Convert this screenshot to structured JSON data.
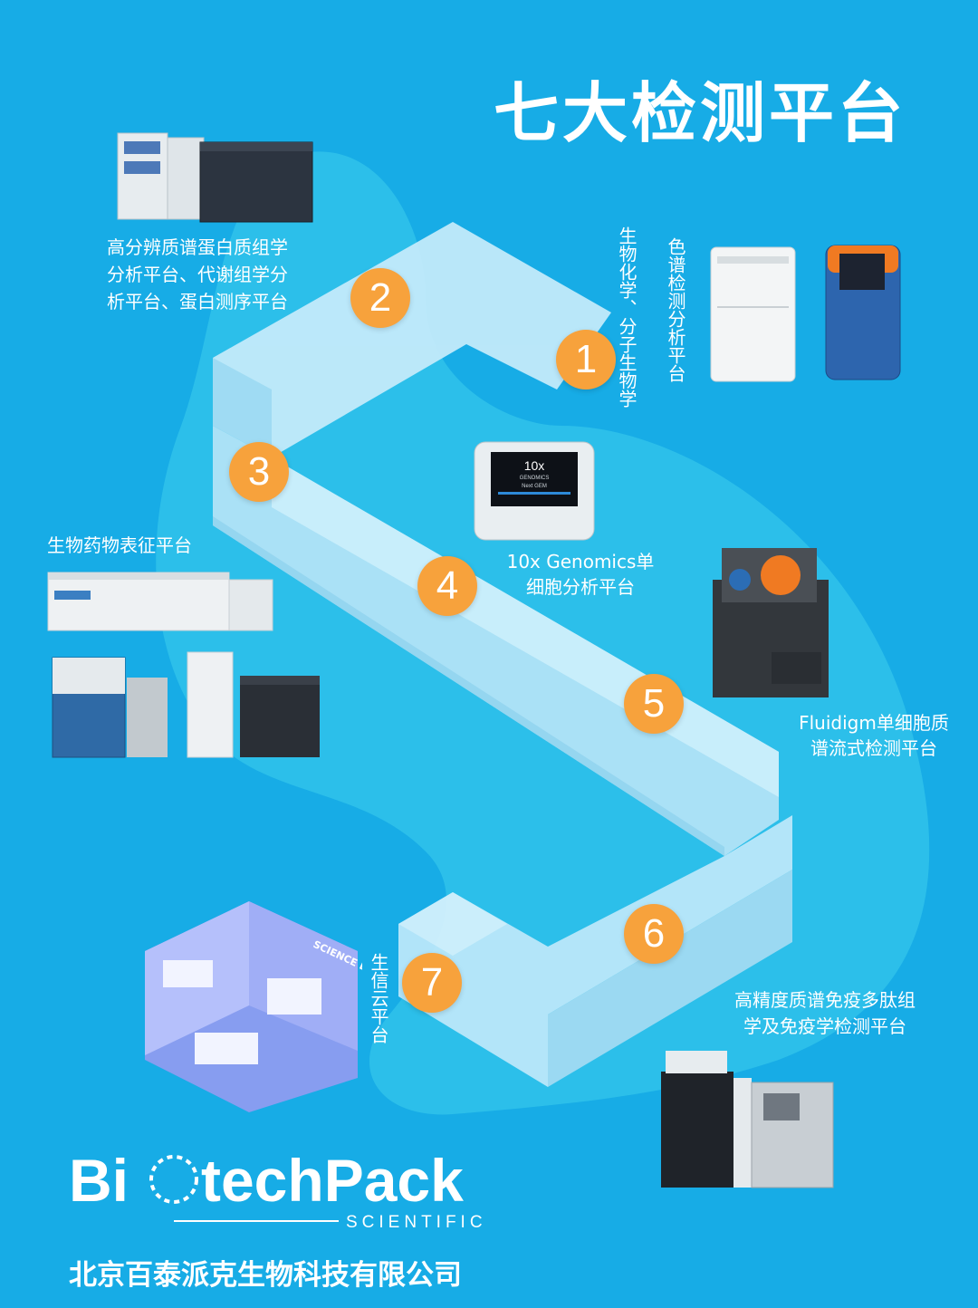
{
  "title": "七大检测平台",
  "steps": [
    "1",
    "2",
    "3",
    "4",
    "5",
    "6",
    "7"
  ],
  "platforms": {
    "p1": "色谱检测分析平台",
    "p1_extra": "生物化学、分子生物学",
    "p2": [
      "高分辨质谱蛋白质组学",
      "分析平台、代谢组学分",
      "析平台、蛋白测序平台"
    ],
    "p3": "生物药物表征平台",
    "p4": [
      "10x Genomics单",
      "细胞分析平台"
    ],
    "p5": [
      "Fluidigm单细胞质",
      "谱流式检测平台"
    ],
    "p6": [
      "高精度质谱免疫多肽组",
      "学及免疫学检测平台"
    ],
    "p7": "生信云平台"
  },
  "instrument_screen": {
    "brand": "10x",
    "sub": "GENOMICS",
    "model": "Next GEM"
  },
  "lab_sign": "SCIENCE LABORATORY",
  "logo": {
    "name": "BiotechPack",
    "sub": "SCIENTIFIC"
  },
  "company": "北京百泰派克生物科技有限公司",
  "colors": {
    "background": "#17ace6",
    "badge": "#f7a23c",
    "path": "#bfe9fb",
    "text": "#ffffff"
  }
}
